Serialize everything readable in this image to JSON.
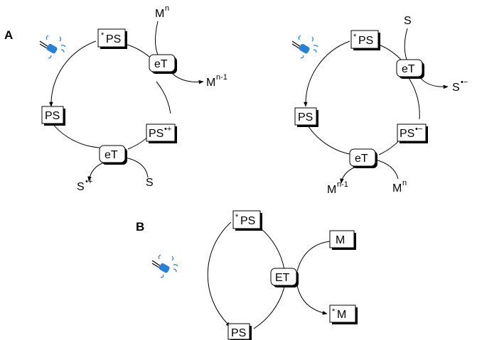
{
  "panels": {
    "A": {
      "label": "A",
      "left_cycle": {
        "excited_ps": {
          "star": "*",
          "text": "PS"
        },
        "ground_ps": "PS",
        "oxidized_ps": {
          "text": "PS",
          "sup": "•+"
        },
        "et_top": "eT",
        "et_bottom": "eT",
        "m_in": {
          "text": "M",
          "sup": "n"
        },
        "m_out": {
          "text": "M",
          "sup": "n-1"
        },
        "s_in": "S",
        "s_out": {
          "text": "S",
          "sup": "•+"
        }
      },
      "right_cycle": {
        "excited_ps": {
          "star": "*",
          "text": "PS"
        },
        "ground_ps": "PS",
        "reduced_ps": {
          "text": "PS",
          "sup": "•−"
        },
        "et_top": "eT",
        "et_bottom": "eT",
        "s_in": "S",
        "s_out": {
          "text": "S",
          "sup": "•−"
        },
        "m_in": {
          "text": "M",
          "sup": "n"
        },
        "m_out": {
          "text": "M",
          "sup": "n-1"
        }
      }
    },
    "B": {
      "label": "B",
      "excited_ps": {
        "star": "*",
        "text": "PS"
      },
      "ground_ps": "PS",
      "et": "ET",
      "m_in": "M",
      "m_out": {
        "star": "*",
        "text": "M"
      }
    }
  },
  "icons": [
    "lightbulb-icon",
    "lightbulb-icon",
    "lightbulb-icon"
  ],
  "colors": {
    "lightbulb": "#2a7fd6"
  }
}
